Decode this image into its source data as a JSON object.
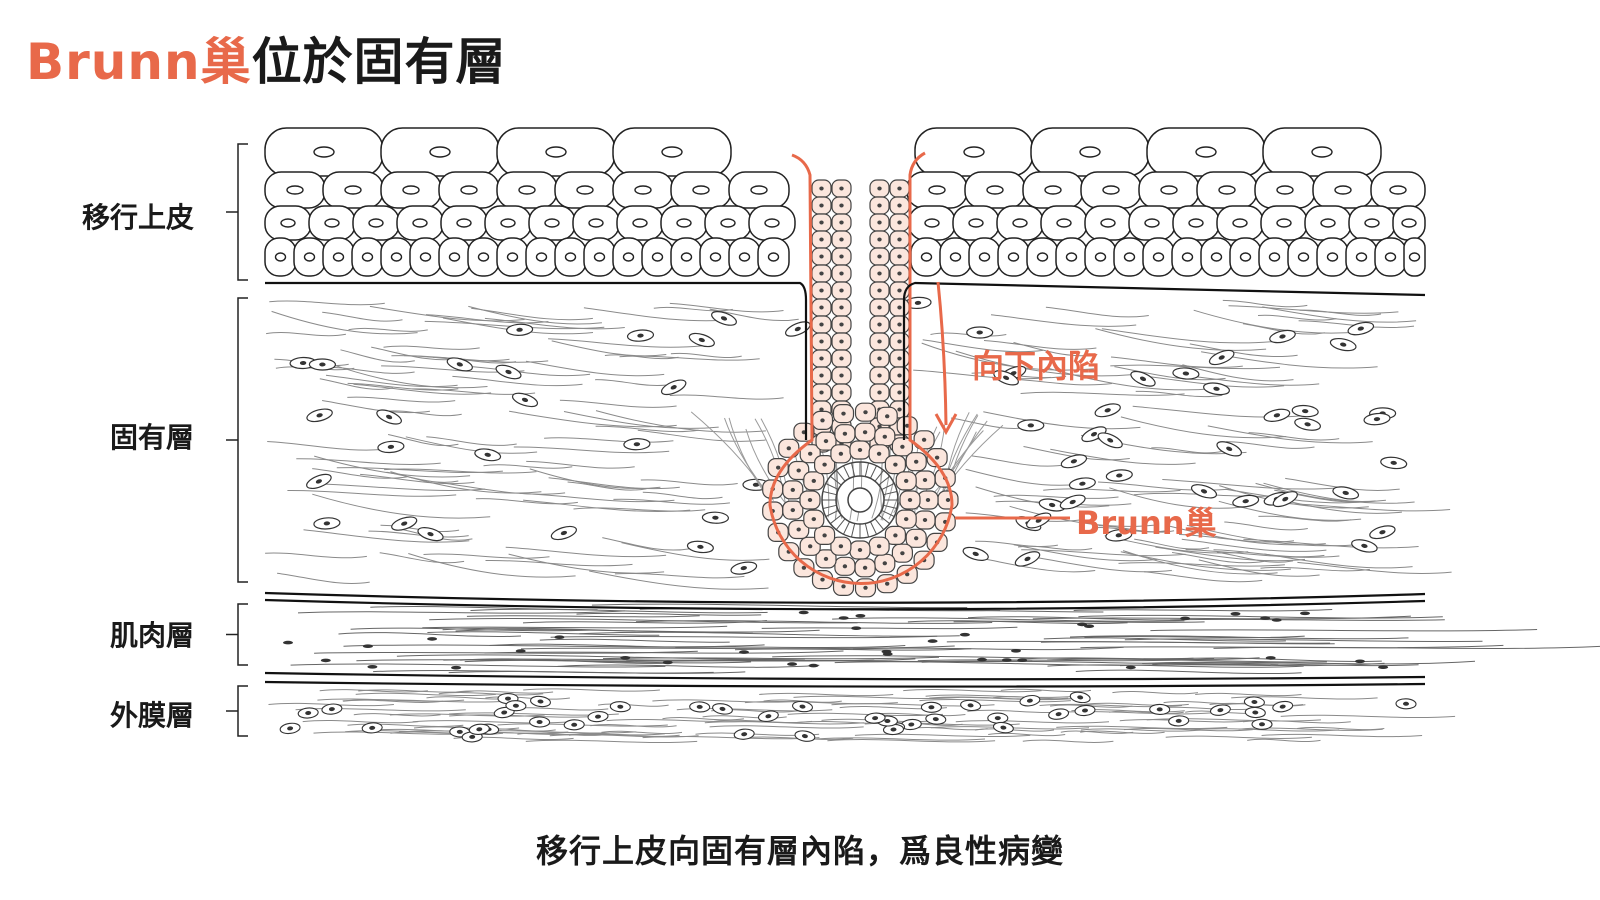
{
  "title": {
    "accent": "Brunn巢",
    "rest": "位於固有層"
  },
  "layers": [
    {
      "key": "epithelium",
      "label": "移行上皮"
    },
    {
      "key": "lamina",
      "label": "固有層"
    },
    {
      "key": "muscle",
      "label": "肌肉層"
    },
    {
      "key": "adventitia",
      "label": "外膜層"
    }
  ],
  "annotations": {
    "invagination": "向下內陷",
    "nest": "Brunn巢"
  },
  "caption": "移行上皮向固有層內陷，爲良性病變",
  "colors": {
    "accent": "#e8694a",
    "text": "#1a1a1a",
    "line": "#222222",
    "cell_fill_highlight": "#fbe6dd"
  }
}
